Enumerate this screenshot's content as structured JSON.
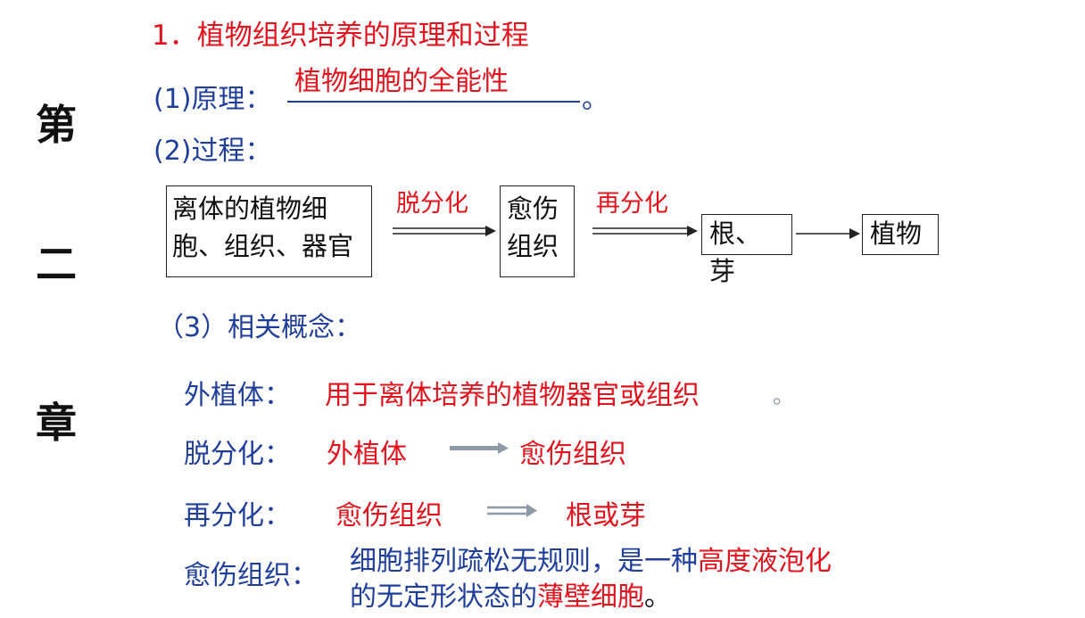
{
  "side_title": [
    "第",
    "二",
    "章"
  ],
  "heading": "1．植物组织培养的原理和过程",
  "principle": {
    "label": "(1)原理：",
    "answer": "植物细胞的全能性",
    "end": "。"
  },
  "process": {
    "label": "(2)过程：",
    "boxes": [
      {
        "lines": [
          "离体的植物细",
          "胞、组织、器官"
        ]
      },
      {
        "lines": [
          "愈伤",
          "组织"
        ]
      },
      {
        "lines": [
          "根、芽"
        ]
      },
      {
        "lines": [
          "植物"
        ]
      }
    ],
    "arrow_labels": [
      "脱分化",
      "再分化"
    ]
  },
  "concepts": {
    "label": "（3）相关概念：",
    "items": [
      {
        "term": "外植体：",
        "definition": "用于离体培养的植物器官或组织",
        "end": "。"
      },
      {
        "term": "脱分化：",
        "from": "外植体",
        "to": "愈伤组织"
      },
      {
        "term": "再分化：",
        "from": "愈伤组织",
        "to": "根或芽"
      },
      {
        "term": "愈伤组织：",
        "line1_blue": "细胞排列疏松无规则，是一种",
        "line1_red": "高度液泡化",
        "line2_blue": "的无定形状态的",
        "line2_red": "薄壁细胞",
        "line2_end": "。"
      }
    ]
  },
  "colors": {
    "accent_red": "#e0141e",
    "text_blue": "#1f3f9a",
    "arrow_gray": "#8c9aa8"
  }
}
